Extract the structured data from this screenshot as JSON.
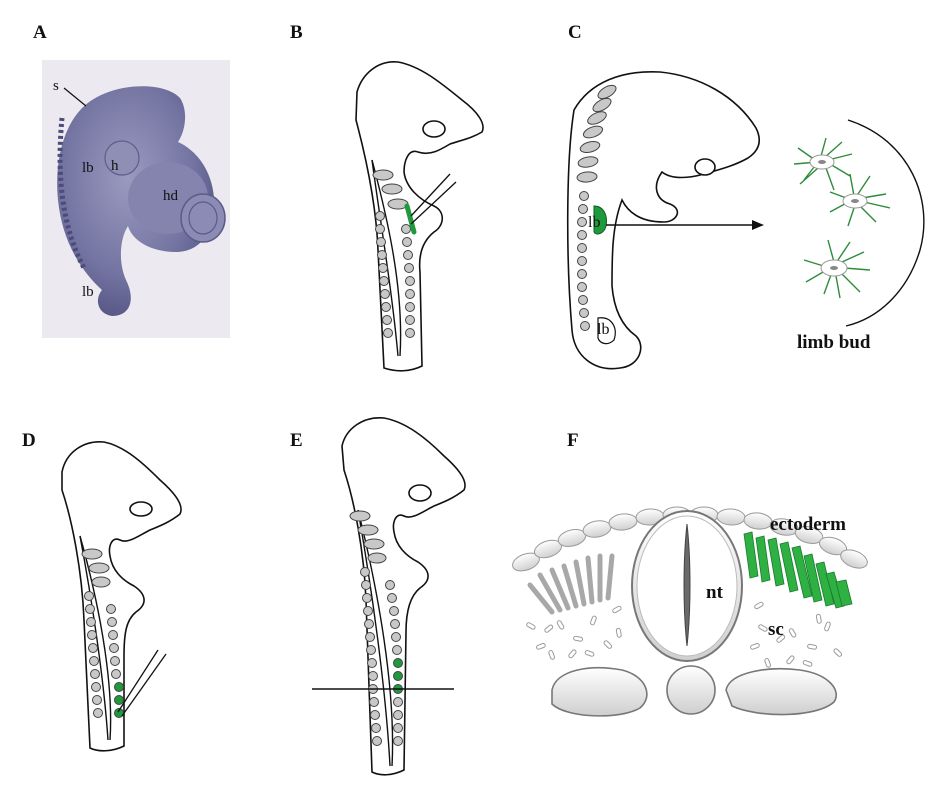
{
  "panels": {
    "A": {
      "label": "A",
      "annotations": {
        "s": "s",
        "lb_upper": "lb",
        "h": "h",
        "hd": "hd",
        "lb_lower": "lb"
      }
    },
    "B": {
      "label": "B"
    },
    "C": {
      "label": "C",
      "annotations": {
        "lb_upper": "lb",
        "lb_lower": "lb"
      },
      "inset_caption": "limb bud"
    },
    "D": {
      "label": "D"
    },
    "E": {
      "label": "E"
    },
    "F": {
      "label": "F",
      "annotations": {
        "nt": "nt",
        "sc": "sc",
        "ectoderm": "ectoderm"
      }
    }
  },
  "colors": {
    "somite_gray": "#c8c8c8",
    "marker_green": "#1e9a3c",
    "embryo_purple": "#7a7aa6",
    "photo_bg": "#e9e6ee",
    "cell_green": "#2e8b3a",
    "ectoderm_green": "#2fb043"
  }
}
